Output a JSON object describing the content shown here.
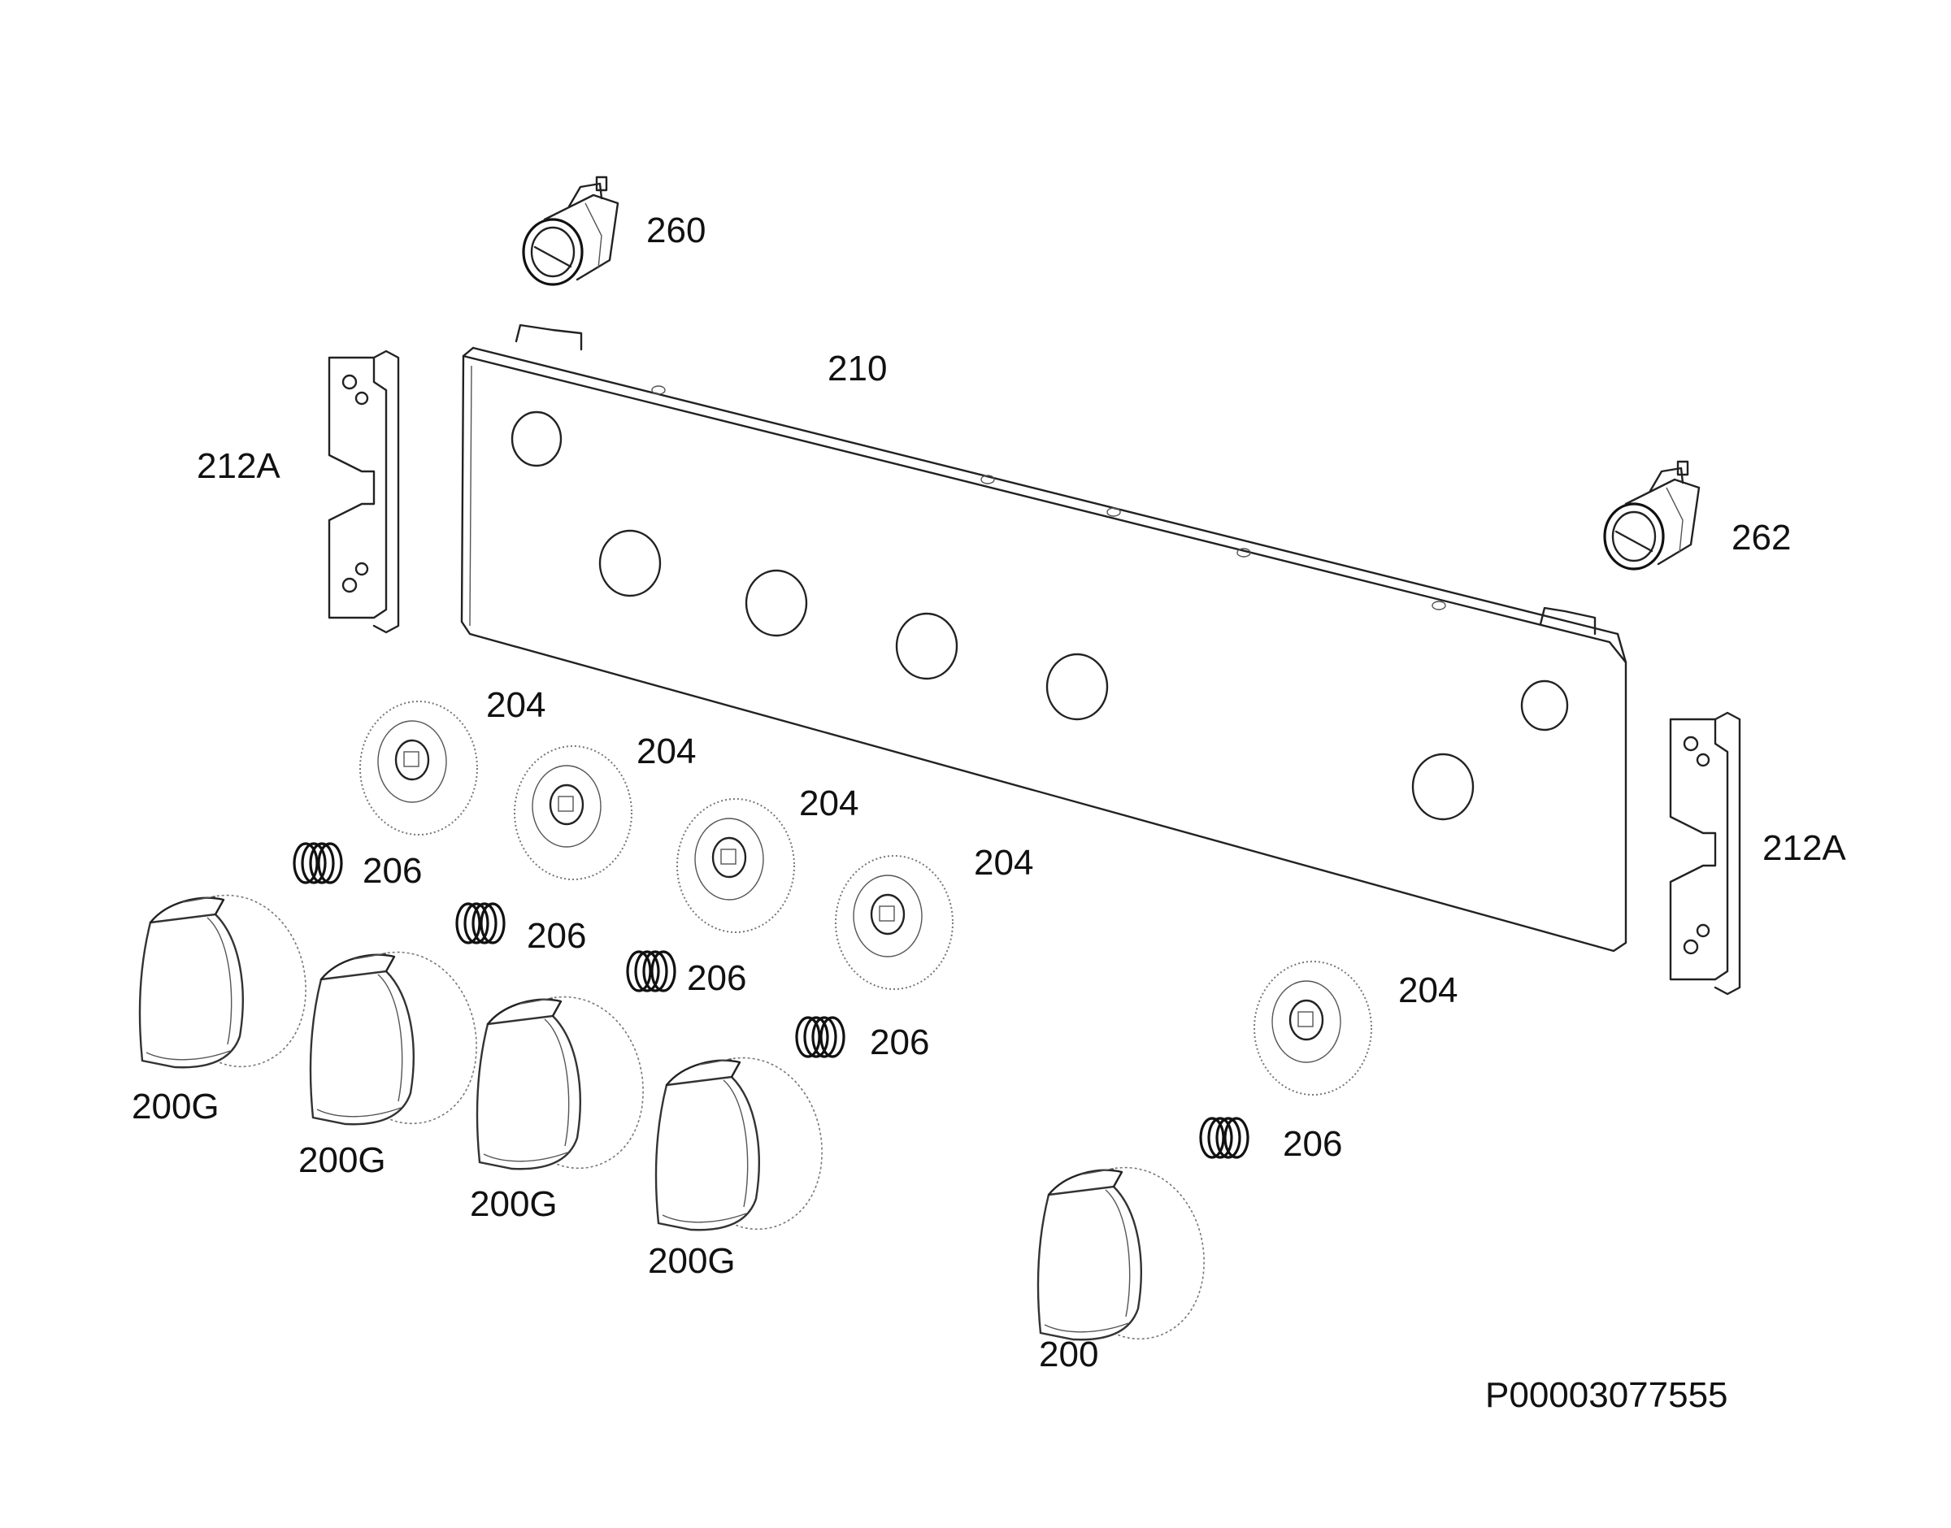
{
  "diagram": {
    "callouts": {
      "lamp_260": "260",
      "lamp_262": "262",
      "panel": "210",
      "bracket_left": "212A",
      "bracket_right": "212A",
      "bezel_1": "204",
      "bezel_2": "204",
      "bezel_3": "204",
      "bezel_4": "204",
      "bezel_5": "204",
      "spring_1": "206",
      "spring_2": "206",
      "spring_3": "206",
      "spring_4": "206",
      "spring_5": "206",
      "knob_g_1": "200G",
      "knob_g_2": "200G",
      "knob_g_3": "200G",
      "knob_g_4": "200G",
      "knob_plain": "200"
    },
    "document_id": "P00003077555"
  }
}
